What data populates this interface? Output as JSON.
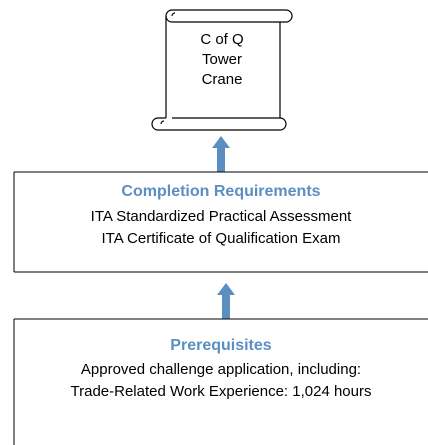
{
  "certificate": {
    "lines": [
      "C of Q",
      "Tower",
      "Crane"
    ]
  },
  "completion": {
    "title": "Completion Requirements",
    "lines": [
      "ITA Standardized Practical Assessment",
      "ITA Certificate of Qualification Exam"
    ]
  },
  "prerequisites": {
    "title": "Prerequisites",
    "lines": [
      "Approved challenge application, including:",
      "Trade-Related Work Experience:  1,024 hours"
    ]
  },
  "colors": {
    "accent": "#5b8fc2",
    "line": "#000000"
  }
}
